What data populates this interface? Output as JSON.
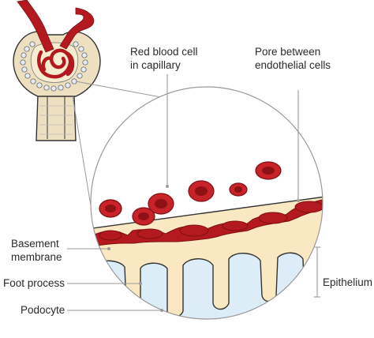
{
  "labels": {
    "red_blood_cell_line1": "Red blood cell",
    "red_blood_cell_line2": "in capillary",
    "pore_line1": "Pore between",
    "pore_line2": "endothelial cells",
    "basement_line1": "Basement",
    "basement_line2": "membrane",
    "foot_process": "Foot process",
    "podocyte": "Podocyte",
    "epithelium": "Epithelium"
  },
  "colors": {
    "blood": "#b3191f",
    "blood_dark": "#7f0f12",
    "membrane": "#fae8c2",
    "podocyte_fill": "#dcedf8",
    "capsule": "#ece0c0",
    "outline": "#333333",
    "pointer": "#9a9a9a"
  }
}
